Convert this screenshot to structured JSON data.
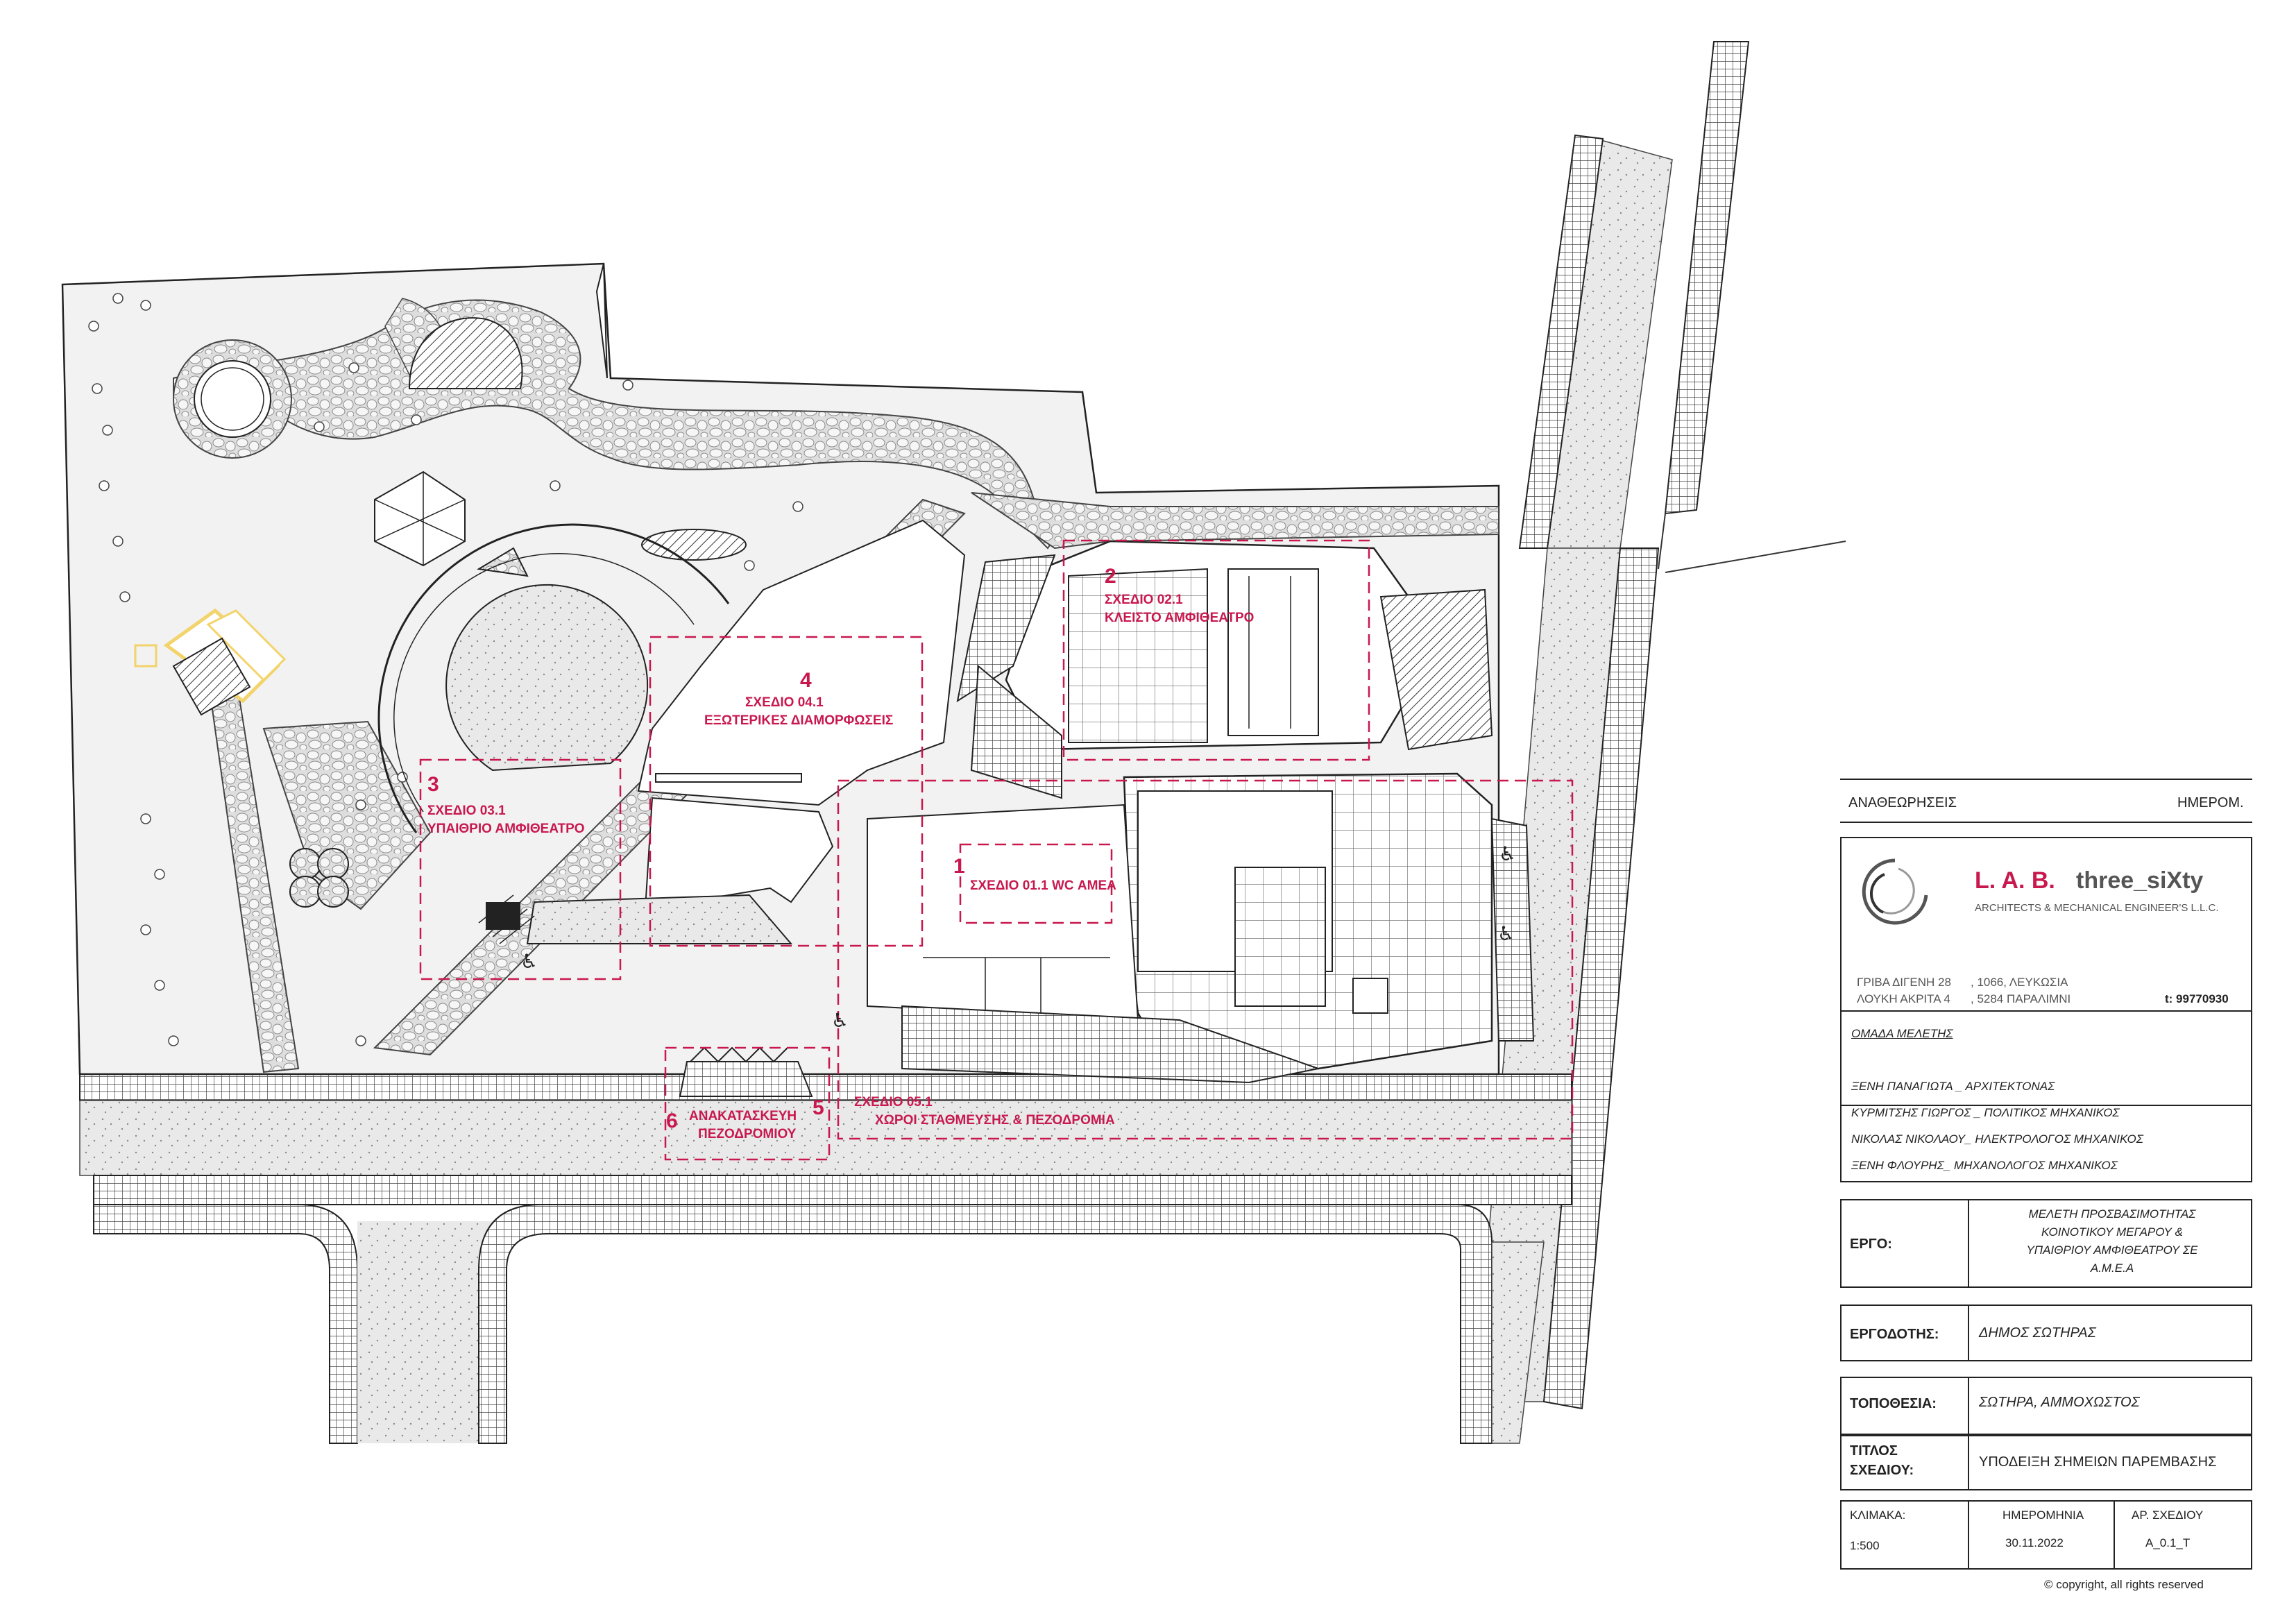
{
  "zones": [
    {
      "num": "1",
      "sheet": "ΣΧΕΔΙΟ 01.1 WC ΑΜΕΑ",
      "sub": ""
    },
    {
      "num": "2",
      "sheet": "ΣΧΕΔΙΟ 02.1",
      "sub": "ΚΛΕΙΣΤΟ ΑΜΦΙΘΕΑΤΡΟ"
    },
    {
      "num": "3",
      "sheet": "ΣΧΕΔΙΟ 03.1",
      "sub": "ΥΠΑΙΘΡΙΟ ΑΜΦΙΘΕΑΤΡΟ"
    },
    {
      "num": "4",
      "sheet": "ΣΧΕΔΙΟ 04.1",
      "sub": "ΕΞΩΤΕΡΙΚΕΣ ΔΙΑΜΟΡΦΩΣΕΙΣ"
    },
    {
      "num": "5",
      "sheet": "ΣΧΕΔΙΟ 05.1",
      "sub": "ΧΩΡΟΙ ΣΤΑΘΜΕΥΣΗΣ & ΠΕΖΟΔΡΟΜΙΑ"
    },
    {
      "num": "6",
      "sheet": "ΑΝΑΚΑΤΑΣΚΕΥΗ",
      "sub": "ΠΕΖΟΔΡΟΜΙΟΥ"
    }
  ],
  "title_block": {
    "revisions_label": "ΑΝΑΘΕΩΡΗΣΕΙΣ",
    "date_short_label": "ΗΜΕΡΟΜ.",
    "company_name": "L. A. B.",
    "company_brand": "three_siXty",
    "company_tagline": "ARCHITECTS & MECHANICAL ENGINEER'S L.L.C.",
    "address_line1_street": "ΓΡΙΒΑ ΔΙΓΕΝΗ 28",
    "address_line1_city": ", 1066, ΛΕΥΚΩΣΙΑ",
    "address_line2_street": "ΛΟΥΚΗ ΑΚΡΙΤΑ 4",
    "address_line2_city": ", 5284 ΠΑΡΑΛΙΜΝΙ",
    "phone": "t: 99770930",
    "team_label": "ΟΜΑΔΑ ΜΕΛΕΤΗΣ",
    "team": [
      "ΞΕΝΗ ΠΑΝΑΓΙΩΤΑ _  ΑΡΧΙΤΕΚΤΟΝΑΣ",
      "ΚΥΡΜΙΤΣΗΣ ΓΙΩΡΓΟΣ _  ΠΟΛΙΤΙΚΟΣ ΜΗΧΑΝΙΚΟΣ",
      "ΝΙΚΟΛΑΣ ΝΙΚΟΛΑΟΥ_  ΗΛΕΚΤΡΟΛΟΓΟΣ ΜΗΧΑΝΙΚΟΣ",
      "ΞΕΝΗ ΦΛΟΥΡΗΣ_  ΜΗΧΑΝΟΛΟΓΟΣ ΜΗΧΑΝΙΚΟΣ"
    ],
    "project_label": "ΕΡΓΟ:",
    "project_lines": [
      "ΜΕΛΕΤΗ ΠΡΟΣΒΑΣΙΜΟΤΗΤΑΣ",
      "ΚΟΙΝΟΤΙΚΟΥ ΜΕΓΑΡΟΥ &",
      "ΥΠΑΙΘΡΙΟΥ ΑΜΦΙΘΕΑΤΡΟΥ ΣΕ",
      "Α.Μ.Ε.Α"
    ],
    "client_label": "ΕΡΓΟΔΟΤΗΣ:",
    "client": "ΔΗΜΟΣ ΣΩΤΗΡΑΣ",
    "location_label": "ΤΟΠΟΘΕΣΙΑ:",
    "location": "ΣΩΤΗΡΑ, ΑΜΜΟΧΩΣΤΟΣ",
    "title_label_1": "ΤΙΤΛΟΣ",
    "title_label_2": "ΣΧΕΔΙΟΥ:",
    "title": "ΥΠΟΔΕΙΞΗ ΣΗΜΕΙΩΝ ΠΑΡΕΜΒΑΣΗΣ",
    "scale_label": "ΚΛΙΜΑΚΑ:",
    "scale": "1:500",
    "date_label": "ΗΜΕΡΟΜΗΝΙΑ",
    "date": "30.11.2022",
    "drawing_no_label": "ΑΡ. ΣΧΕΔΙΟΥ",
    "drawing_no": "Α_0.1_Τ",
    "copyright": "©  copyright, all rights reserved"
  },
  "colors": {
    "accent": "#c8184e",
    "line": "#222222",
    "fill_light": "#e6e6e6",
    "grid": "#555555",
    "yellow": "#f3d36b"
  }
}
